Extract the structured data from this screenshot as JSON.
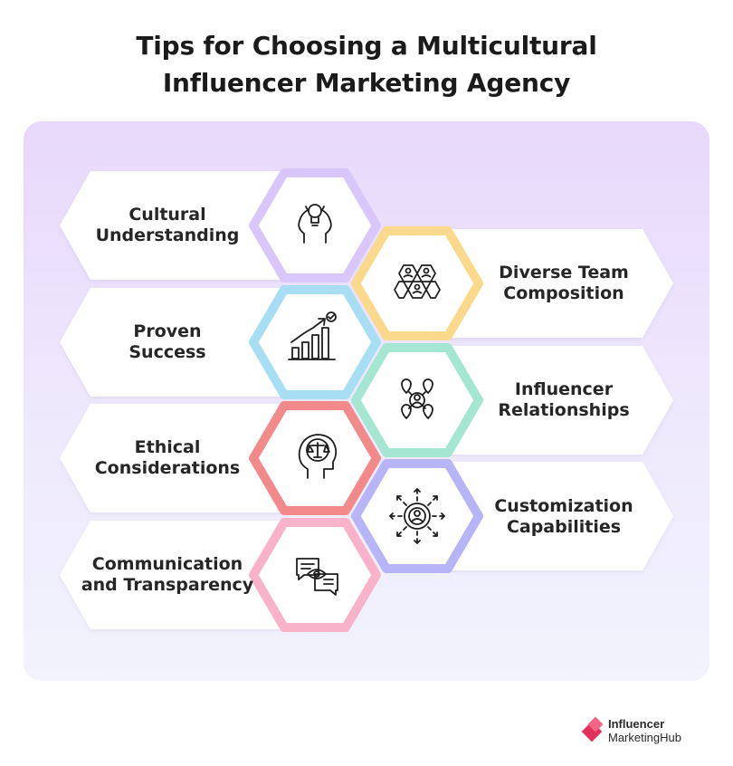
{
  "title": {
    "line1": "Tips for Choosing a Multicultural",
    "line2": "Influencer Marketing Agency"
  },
  "tips": [
    {
      "line1": "Cultural",
      "line2": "Understanding",
      "color": "#d9c6fa",
      "icon": "head-lightbulb-icon"
    },
    {
      "line1": "Diverse Team",
      "line2": "Composition",
      "color": "#fbd98c",
      "icon": "hexagon-team-icon"
    },
    {
      "line1": "Proven",
      "line2": "Success",
      "color": "#a8def4",
      "icon": "growth-chart-icon"
    },
    {
      "line1": "Influencer",
      "line2": "Relationships",
      "color": "#a5e6d3",
      "icon": "network-people-icon"
    },
    {
      "line1": "Ethical",
      "line2": "Considerations",
      "color": "#f28a8c",
      "icon": "head-scales-icon"
    },
    {
      "line1": "Customization",
      "line2": "Capabilities",
      "color": "#b7b5f7",
      "icon": "gear-user-icon"
    },
    {
      "line1": "Communication",
      "line2": "and Transparency",
      "color": "#f8b3cb",
      "icon": "chat-eye-icon"
    }
  ],
  "brand": {
    "line1": "Influencer",
    "line2a": "Marketing",
    "line2b": "Hub",
    "color": "#e2315f"
  }
}
